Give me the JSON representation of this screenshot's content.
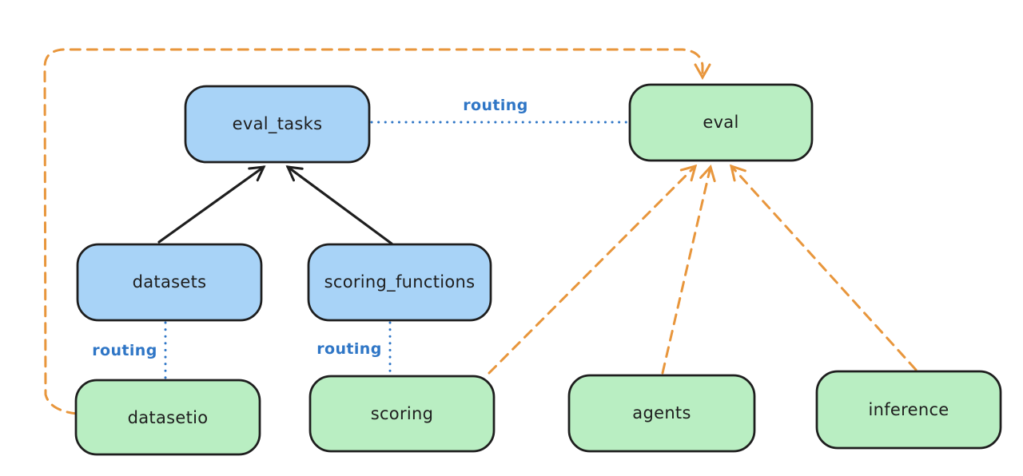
{
  "canvas": {
    "background": "#ffffff"
  },
  "colors": {
    "node_blue_fill": "#a8d3f7",
    "node_green_fill": "#b9eec2",
    "node_stroke": "#1e1e1e",
    "solid_arrow": "#1e1e1e",
    "routing_line": "#2f76c6",
    "provider_dash": "#e8963c",
    "label_text": "#1e1e1e"
  },
  "nodes": [
    {
      "id": "eval_tasks",
      "label": "eval_tasks",
      "fill": "#a8d3f7"
    },
    {
      "id": "eval",
      "label": "eval",
      "fill": "#b9eec2"
    },
    {
      "id": "datasets",
      "label": "datasets",
      "fill": "#a8d3f7"
    },
    {
      "id": "scoring_functions",
      "label": "scoring_functions",
      "fill": "#a8d3f7"
    },
    {
      "id": "datasetio",
      "label": "datasetio",
      "fill": "#b9eec2"
    },
    {
      "id": "scoring",
      "label": "scoring",
      "fill": "#b9eec2"
    },
    {
      "id": "agents",
      "label": "agents",
      "fill": "#b9eec2"
    },
    {
      "id": "inference",
      "label": "inference",
      "fill": "#b9eec2"
    }
  ],
  "edges": [
    {
      "from": "datasets",
      "to": "eval_tasks",
      "style": "solid"
    },
    {
      "from": "scoring_functions",
      "to": "eval_tasks",
      "style": "solid"
    },
    {
      "from": "eval_tasks",
      "to": "eval",
      "style": "dotted",
      "label": "routing"
    },
    {
      "from": "datasets",
      "to": "datasetio",
      "style": "dotted",
      "label": "routing"
    },
    {
      "from": "scoring_functions",
      "to": "scoring",
      "style": "dotted",
      "label": "routing"
    },
    {
      "from": "datasetio",
      "to": "eval",
      "style": "dashed"
    },
    {
      "from": "scoring",
      "to": "eval",
      "style": "dashed"
    },
    {
      "from": "agents",
      "to": "eval",
      "style": "dashed"
    },
    {
      "from": "inference",
      "to": "eval",
      "style": "dashed"
    }
  ]
}
